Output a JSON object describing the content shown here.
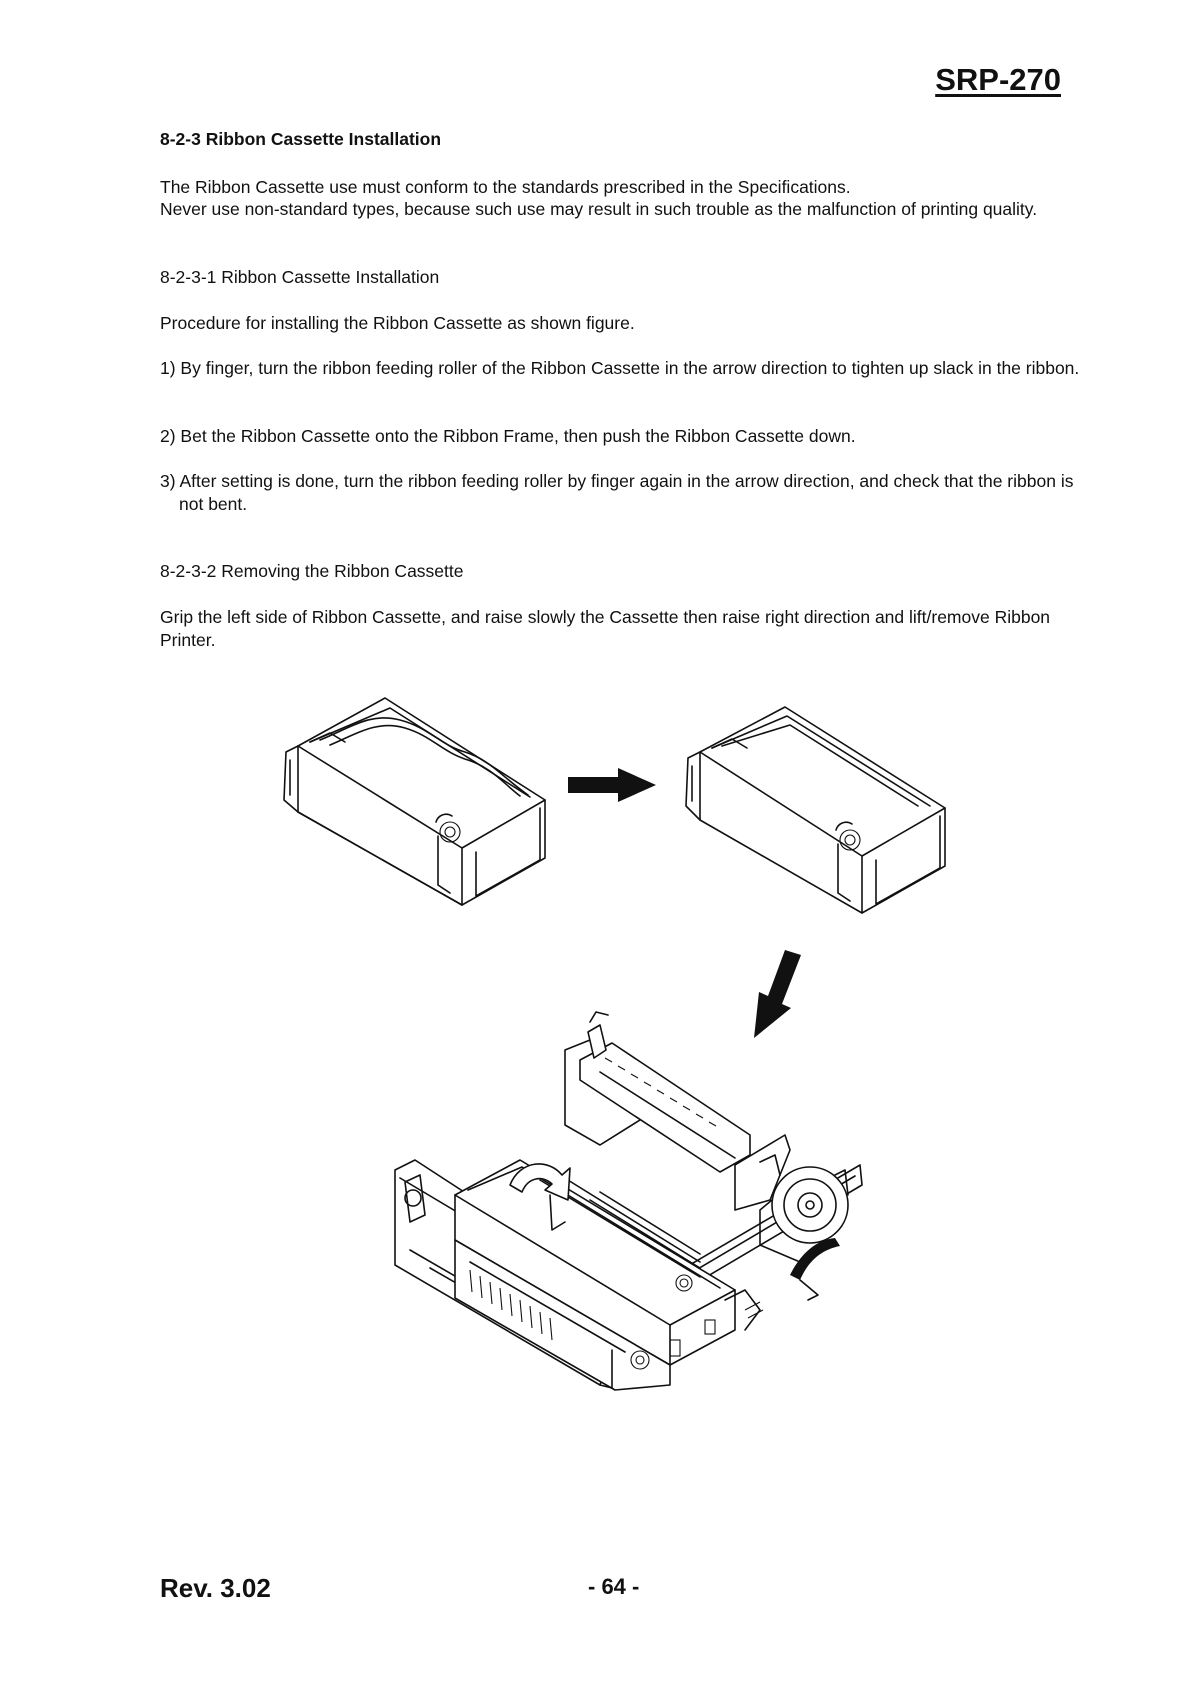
{
  "header": {
    "model": "SRP-270"
  },
  "section": {
    "title": "8-2-3 Ribbon Cassette Installation",
    "intro_1": "The Ribbon Cassette use must conform to the standards prescribed in the Specifications.",
    "intro_2": "Never use non-standard types, because such use may result in such trouble as the malfunction of printing quality."
  },
  "install": {
    "heading": "8-2-3-1 Ribbon Cassette Installation",
    "procedure": "Procedure for installing the Ribbon Cassette as shown figure.",
    "step_1": "1) By finger, turn the ribbon feeding roller of the Ribbon Cassette in the arrow direction to tighten up slack in the ribbon.",
    "step_2": "2) Bet the Ribbon Cassette onto the Ribbon Frame, then push the Ribbon Cassette down.",
    "step_3": "3) After setting is done, turn the ribbon feeding roller by finger again in the arrow direction, and check that the ribbon is not bent."
  },
  "remove": {
    "heading": "8-2-3-2 Removing the Ribbon Cassette",
    "text": "Grip the left side of Ribbon Cassette, and raise slowly the Cassette then raise right direction and lift/remove Ribbon Printer."
  },
  "footer": {
    "revision": "Rev. 3.02",
    "page": "- 64 -"
  }
}
